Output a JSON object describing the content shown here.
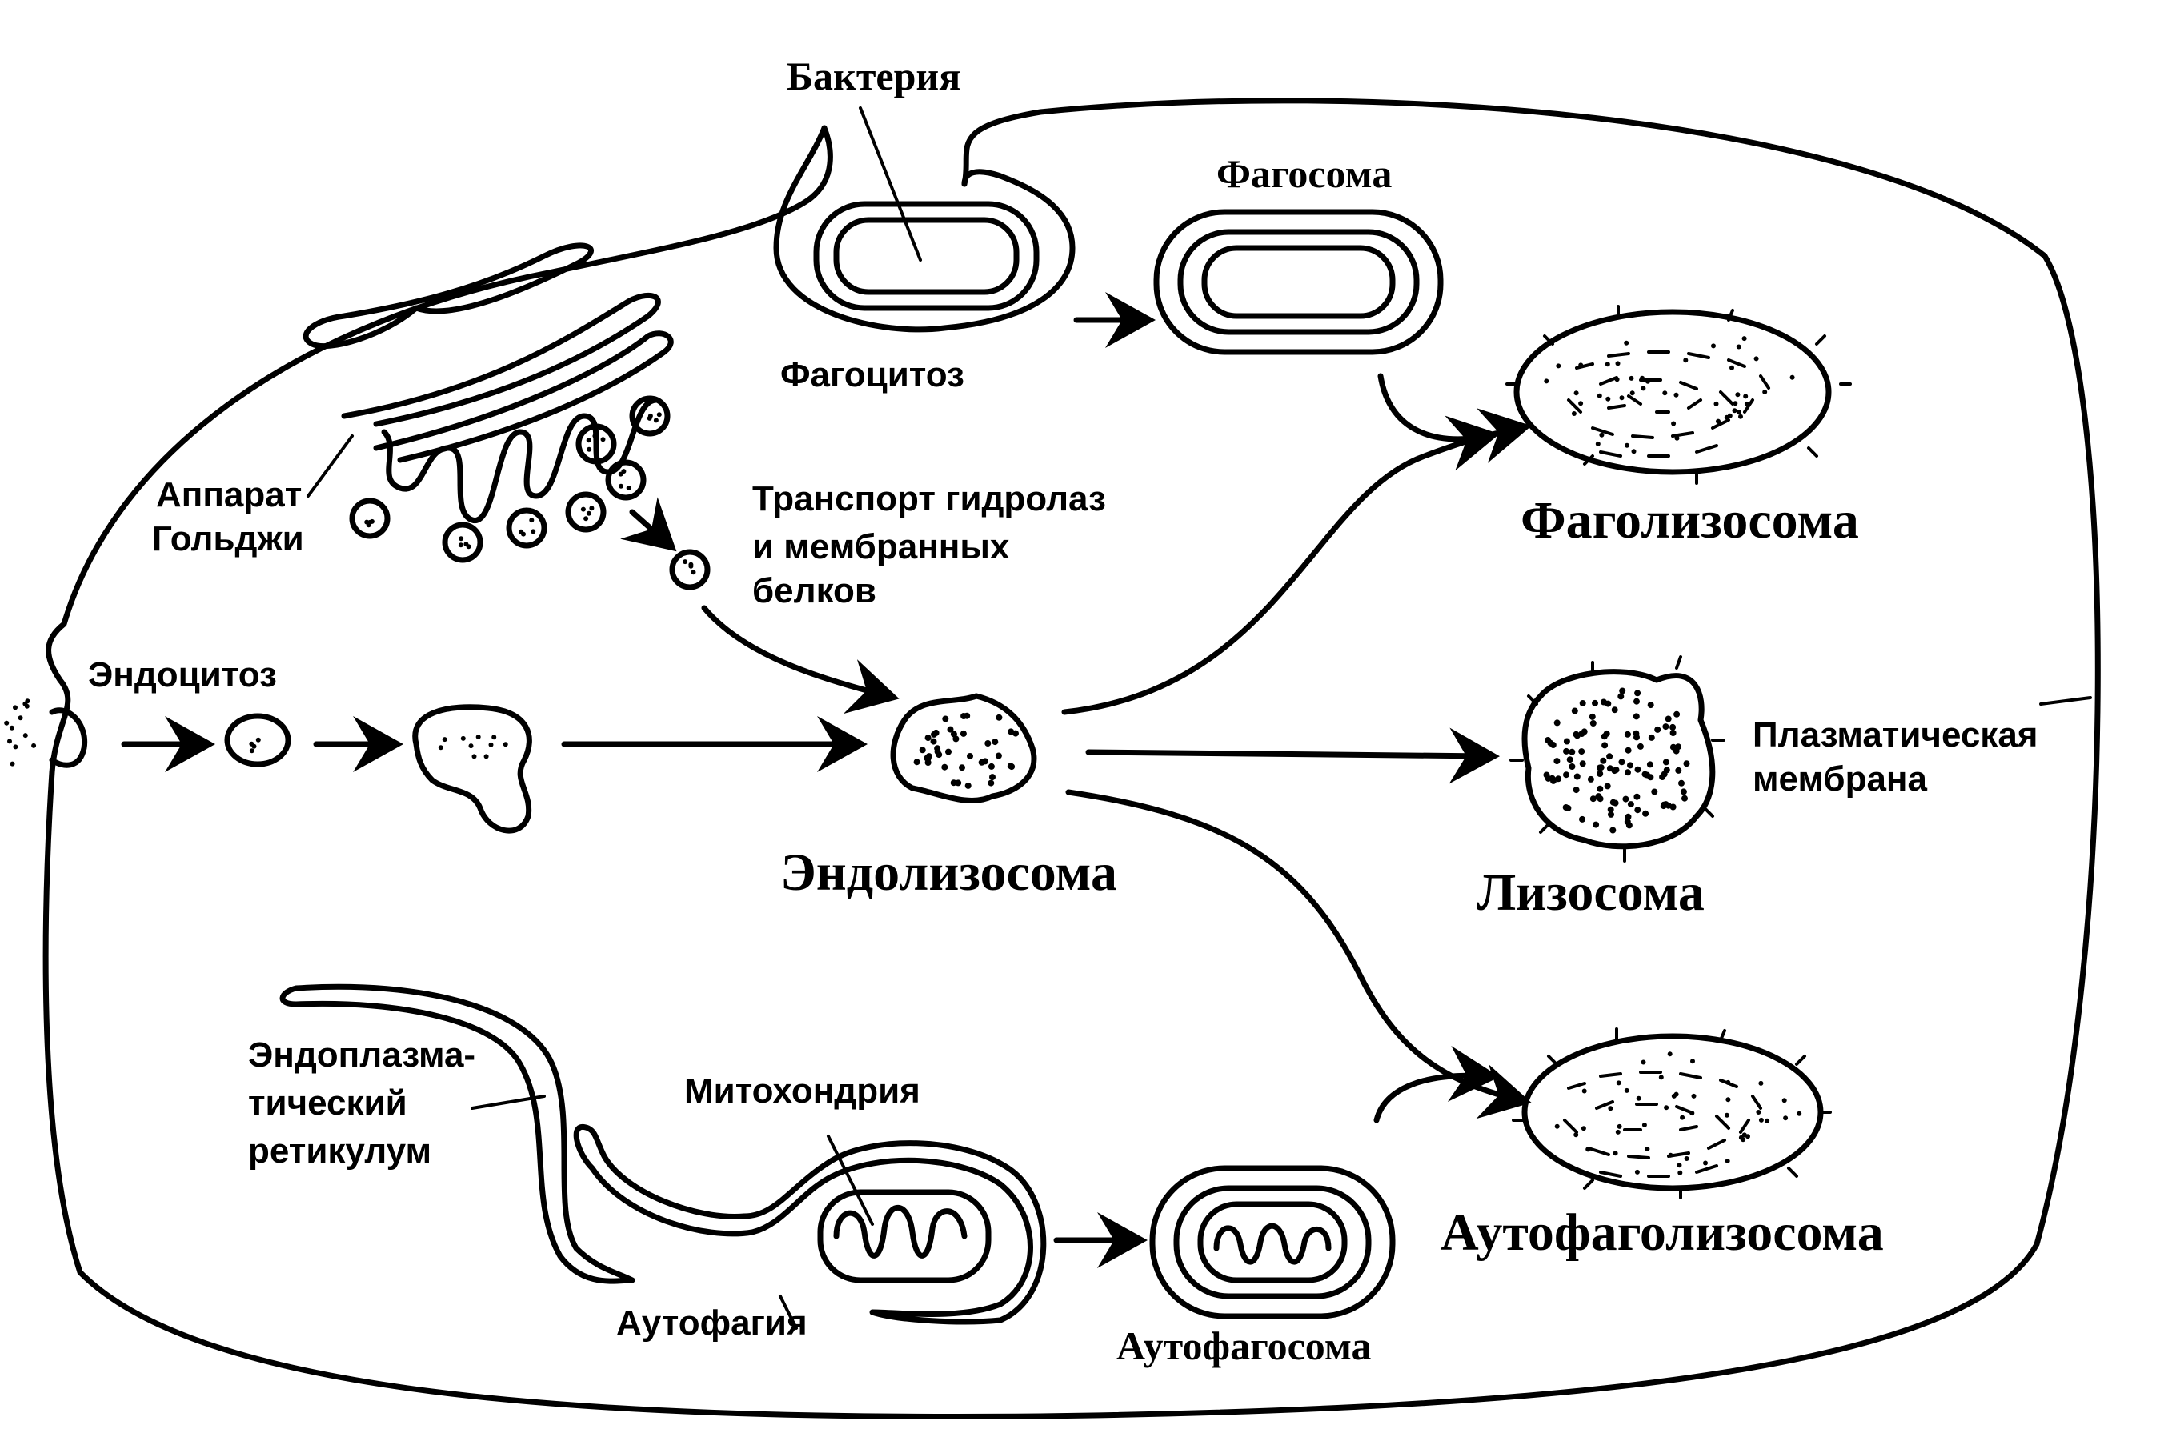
{
  "labels": {
    "bacteria": "Бактерия",
    "phagosome": "Фагосома",
    "phagocytosis": "Фагоцитоз",
    "golgi_line1": "Аппарат",
    "golgi_line2": "Гольджи",
    "transport_line1": "Транспорт гидролаз",
    "transport_line2": "и мембранных",
    "transport_line3": "белков",
    "phagolysosome": "Фаголизосома",
    "endocytosis": "Эндоцитоз",
    "endolysosome": "Эндолизосома",
    "plasma_membrane_line1": "Плазматическая",
    "plasma_membrane_line2": "мембрана",
    "lysosome": "Лизосома",
    "er_line1": "Эндоплазма-",
    "er_line2": "тический",
    "er_line3": "ретикулум",
    "mitochondrion": "Митохондрия",
    "autophagy": "Аутофагия",
    "autophagosome": "Аутофагосома",
    "autophagolysosome": "Аутофаголизосома"
  }
}
